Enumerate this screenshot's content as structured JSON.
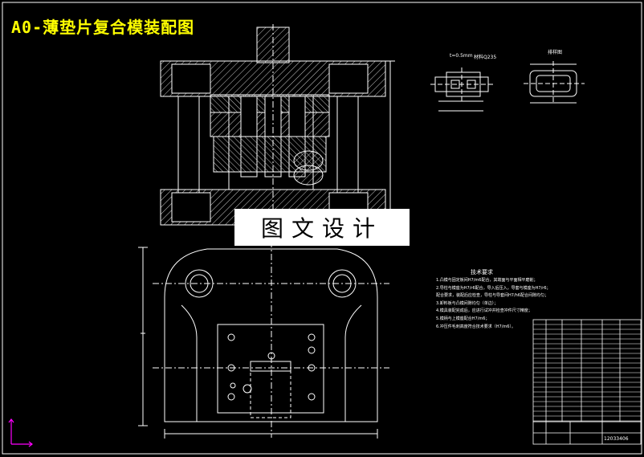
{
  "title": "A0-薄垫片复合模装配图",
  "watermark": "图文设计",
  "colors": {
    "background": "#000000",
    "line": "#ffffff",
    "title": "#ffff00",
    "axis_magenta": "#ff00ff",
    "hatch_gray": "#c8c8c8"
  },
  "part_view": {
    "label_left": "t=0.5mm",
    "label_right": "材料Q235"
  },
  "side_view": {
    "label": "排样图"
  },
  "technical_requirements": {
    "title": "技术要求",
    "notes": [
      "1.凸模与固定板间H7/m6配合，其端面与平面相平磨削；",
      "2.导柱与模座为H7/r6配合，导入后压入，导套与模座为H7/r6；",
      "  配合要求，装配后应检查，导柱与导套间H7/h6配合间隙均匀；",
      "3.卸料板与凸模间隙均匀（单边）；",
      "4.模具装配完成后，应进行试冲并检查冲件尺寸精度；",
      "5.模柄与上模座配合H7/m6；",
      "6.冲压件毛刺高度符合技术要求（H7/m6）。"
    ]
  },
  "title_block": {
    "drawing_number": "12033406"
  }
}
